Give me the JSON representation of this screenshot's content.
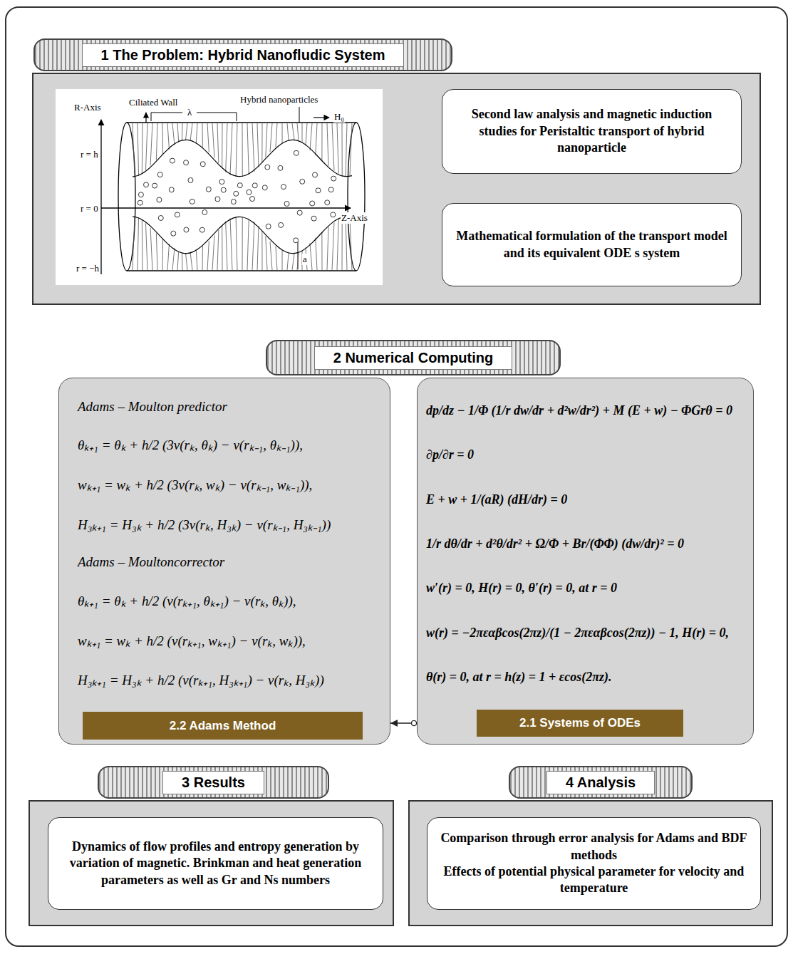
{
  "diagram": {
    "nodes": [
      {
        "text": [
          "1 The Problem: Hybrid Nanofludic System"
        ]
      },
      {
        "text": [
          "Second law analysis and magnetic induction studies for Peristaltic transport of hybrid nanoparticle"
        ],
        "in": 0
      },
      {
        "text": [
          "Mathematical formulation of the transport model and its equivalent ODE s system"
        ],
        "in": 0
      },
      {
        "text": [
          "2 Numerical Computing"
        ]
      },
      {
        "text": [
          "Adams – Moulton predictor",
          "θₖ₊₁ = θₖ + h/2 (3v(rₖ, θₖ) − v(rₖ₋₁, θₖ₋₁)),",
          "wₖ₊₁ = wₖ + h/2 (3v(rₖ, wₖ) − v(rₖ₋₁, wₖ₋₁)),",
          "H₃ₖ₊₁ = H₃ₖ + h/2 (3v(rₖ, H₃ₖ) − v(rₖ₋₁, H₃ₖ₋₁))",
          "Adams – Moultoncorrector",
          "θₖ₊₁ = θₖ + h/2 (v(rₖ₊₁, θₖ₊₁) − v(rₖ, θₖ)),",
          "wₖ₊₁ = wₖ + h/2 (v(rₖ₊₁, wₖ₊₁) − v(rₖ, wₖ)),",
          "H₃ₖ₊₁ = H₃ₖ + h/2 (v(rₖ₊₁, H₃ₖ₊₁) − v(rₖ, H₃ₖ))"
        ]
      },
      {
        "text": [
          "2.2 Adams Method"
        ],
        "in": 4
      },
      {
        "text": [
          "dp/dz − 1/Φ (1/r dw/dr + d²w/dr²) + M (E + w) − ΦGrθ = 0",
          "∂p/∂r = 0",
          "E + w + 1/(aR) (dH/dr) = 0",
          "1/r dθ/dr + d²θ/dr² + Ω/Φ + Br/(ΦΦ) (dw/dr)² = 0",
          "w′(r) = 0, H(r) = 0, θ′(r) = 0, at r = 0",
          "w(r) = −2πεαβcos(2πz)/(1 − 2πεαβcos(2πz)) − 1, H(r) = 0,",
          "θ(r) = 0, at r = h(z) = 1 + εcos(2πz)."
        ]
      },
      {
        "text": [
          "2.1 Systems of ODEs"
        ],
        "in": 6
      },
      {
        "text": [
          "3 Results"
        ]
      },
      {
        "text": [
          "Dynamics of flow profiles and entropy generation by variation of magnetic. Brinkman and heat generation parameters as well as Gr and Ns numbers"
        ],
        "in": 8
      },
      {
        "text": [
          "4 Analysis"
        ]
      },
      {
        "text": [
          "Comparison through error analysis for Adams and BDF methods",
          "Effects of potential physical parameter for velocity and temperature"
        ],
        "in": 10
      }
    ],
    "edges": [
      {
        "from": 6,
        "to": 4,
        "arrow": "to"
      }
    ],
    "labels": [
      "R-Axis",
      "Ciliated Wall",
      "λ",
      "Hybrid nanoparticles",
      "H₀",
      "r = h",
      "r = 0",
      "Z-Axis",
      "a",
      "r = −h"
    ]
  }
}
